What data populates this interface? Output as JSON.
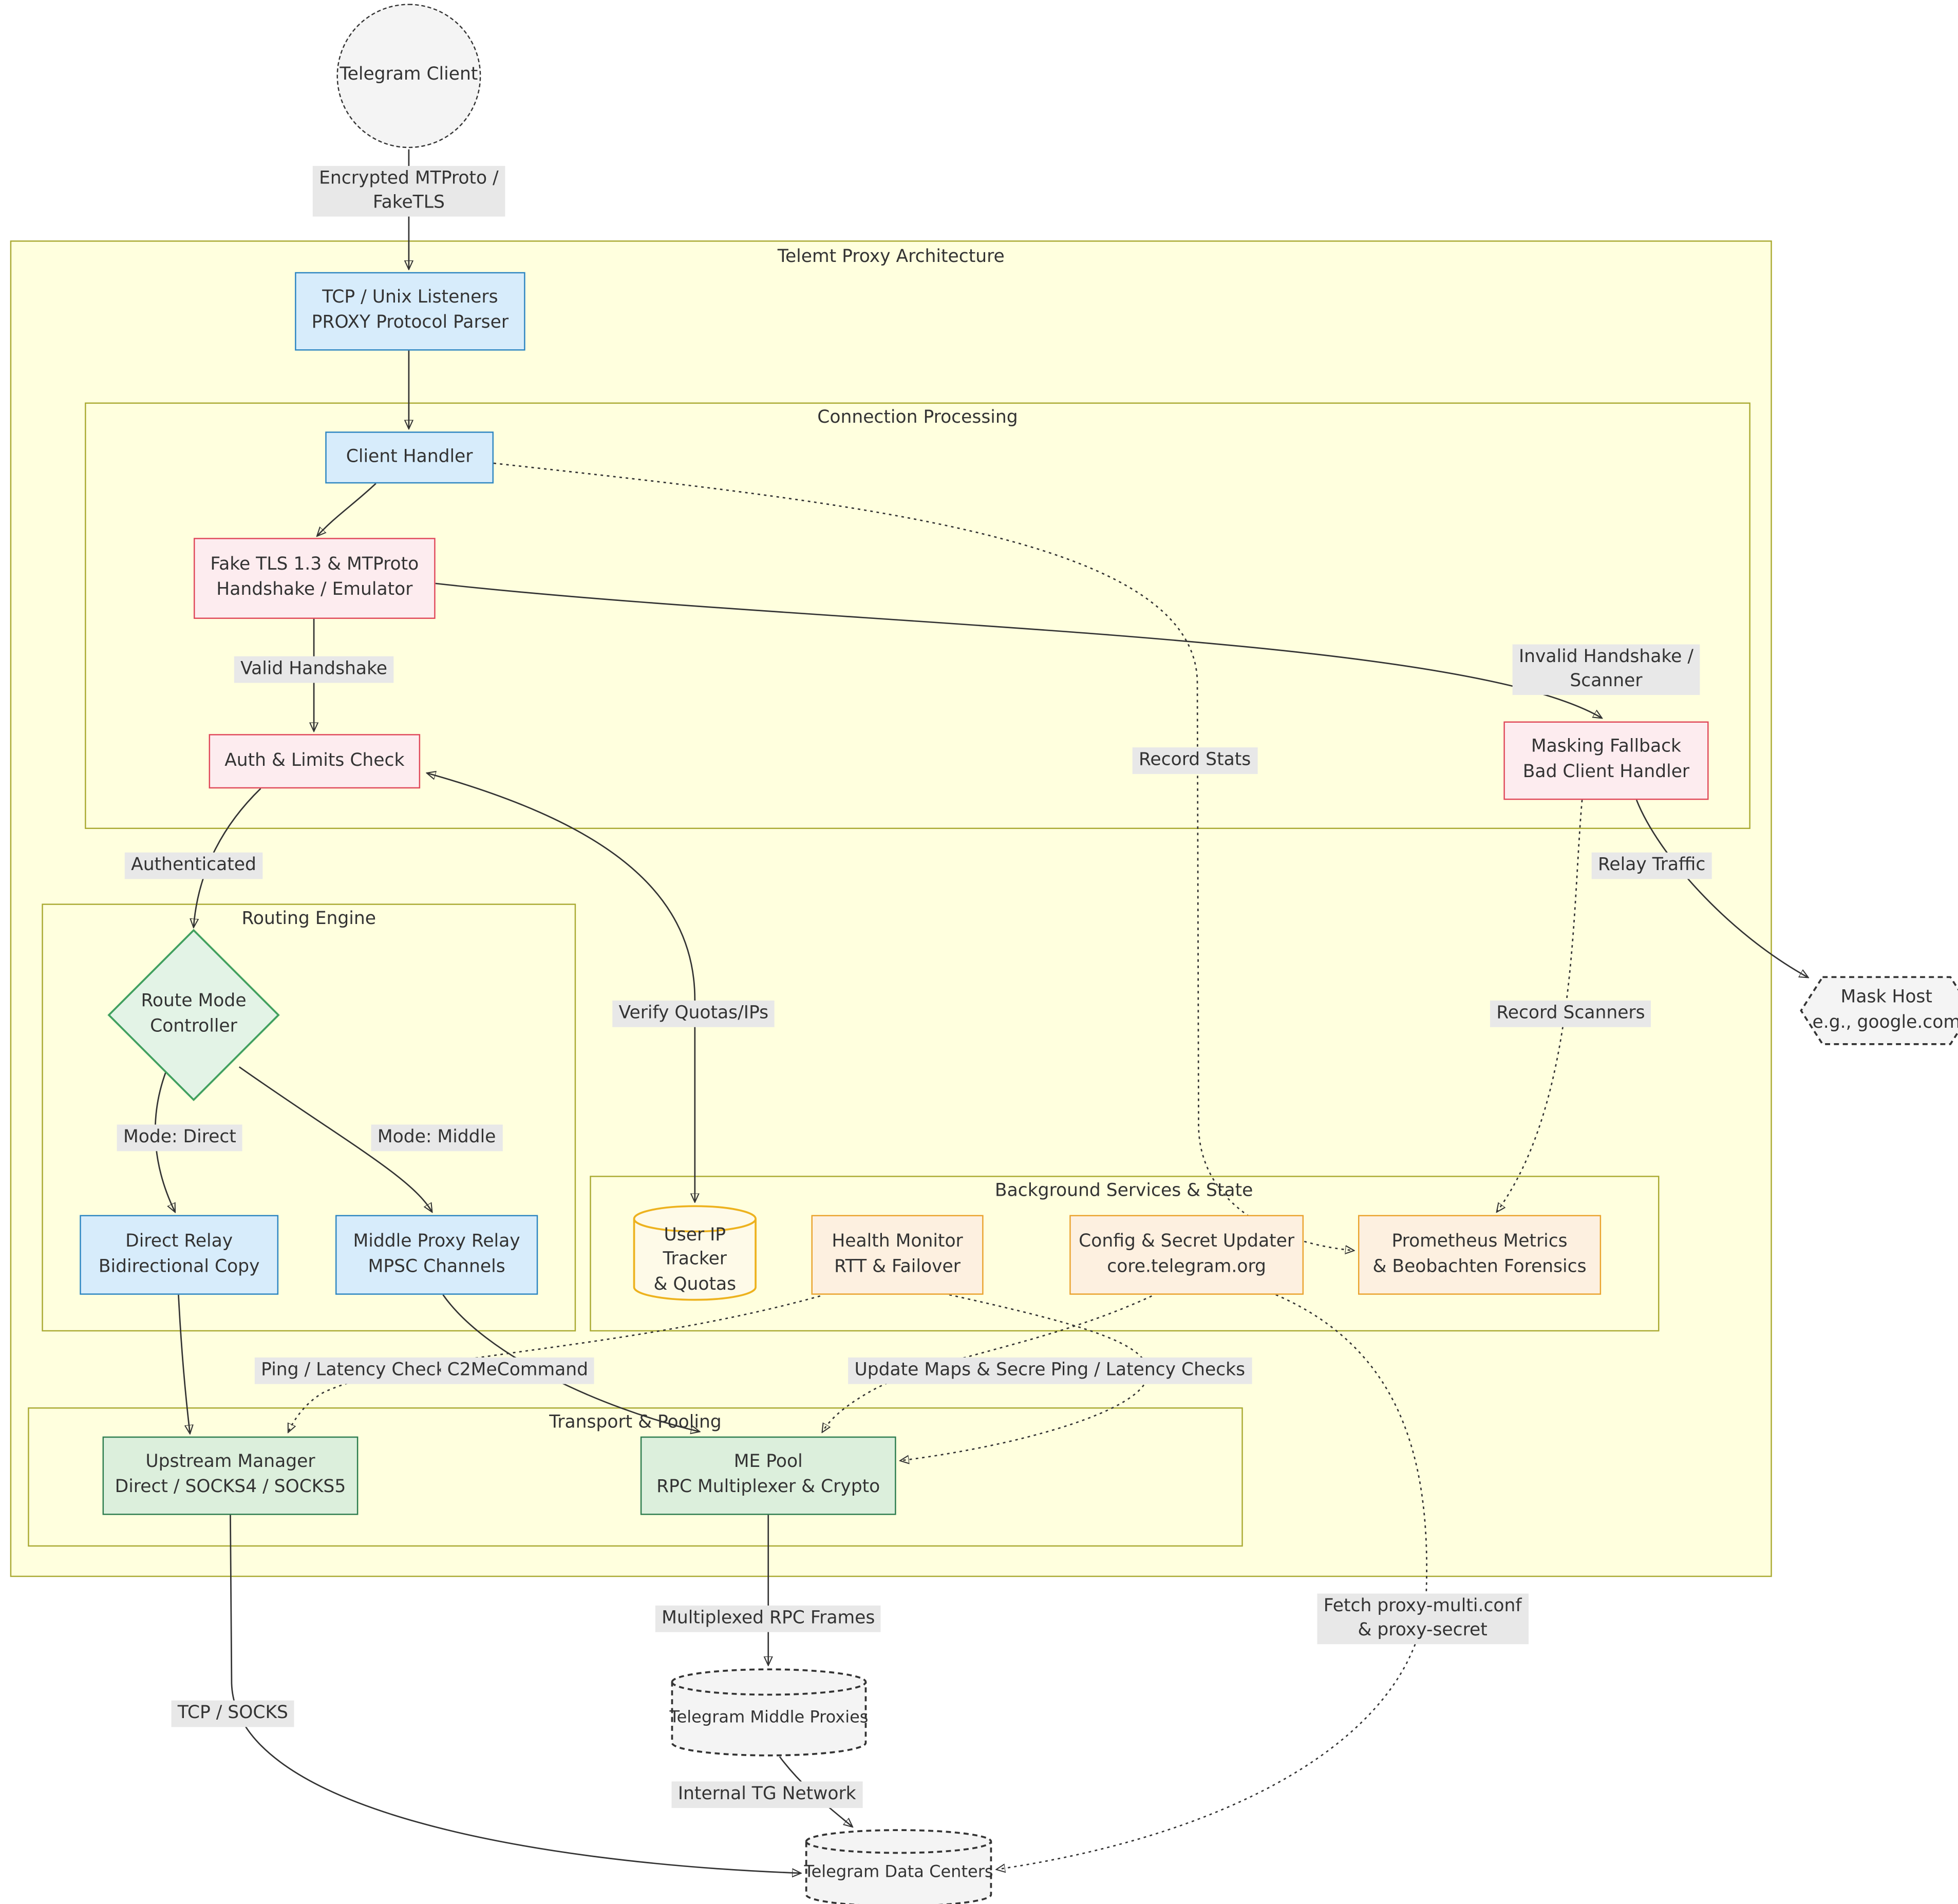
{
  "palette": {
    "text-color": "#333333",
    "edge-color": "#333333",
    "label-bg": "#e8e8e8",
    "container-fill": "#ffffde",
    "container-border": "#aaaa33",
    "blue-fill": "#d7ecfb",
    "blue-border": "#2e86c1",
    "red-fill": "#fdecef",
    "red-border": "#e0495a",
    "green-fill": "#e3f3e6",
    "green-border": "#41a05f",
    "solid-green-fill": "#dcefdc",
    "solid-green-border": "#2e7d4f",
    "orange-fill": "#fdf0e0",
    "orange-border": "#eaa32e",
    "cylinder-fill": "#fefae8",
    "cylinder-border": "#edb21e",
    "dashed-fill": "#f4f4f4",
    "dashed-border": "#333333"
  },
  "containers": {
    "outer": "Telemt Proxy Architecture",
    "connection": "Connection Processing",
    "routing": "Routing Engine",
    "background": "Background Services & State",
    "transport": "Transport & Pooling"
  },
  "nodes": {
    "telegram_client": {
      "line1": "Telegram Client"
    },
    "tcp_listeners": {
      "line1": "TCP / Unix Listeners",
      "line2": "PROXY Protocol Parser"
    },
    "client_handler": {
      "line1": "Client Handler"
    },
    "fake_tls": {
      "line1": "Fake TLS 1.3 & MTProto",
      "line2": "Handshake / Emulator"
    },
    "auth_limits": {
      "line1": "Auth & Limits Check"
    },
    "masking_fallback": {
      "line1": "Masking Fallback",
      "line2": "Bad Client Handler"
    },
    "route_mode": {
      "line1": "Route Mode",
      "line2": "Controller"
    },
    "direct_relay": {
      "line1": "Direct Relay",
      "line2": "Bidirectional Copy"
    },
    "middle_relay": {
      "line1": "Middle Proxy Relay",
      "line2": "MPSC Channels"
    },
    "user_ip_tracker": {
      "line1": "User IP Tracker",
      "line2": "& Quotas"
    },
    "health_monitor": {
      "line1": "Health Monitor",
      "line2": "RTT & Failover"
    },
    "config_updater": {
      "line1": "Config & Secret Updater",
      "line2": "core.telegram.org"
    },
    "prometheus": {
      "line1": "Prometheus Metrics",
      "line2": "& Beobachten Forensics"
    },
    "upstream_manager": {
      "line1": "Upstream Manager",
      "line2": "Direct / SOCKS4 / SOCKS5"
    },
    "me_pool": {
      "line1": "ME Pool",
      "line2": "RPC Multiplexer & Crypto"
    },
    "middle_proxies": {
      "line1": "Telegram Middle Proxies"
    },
    "data_centers": {
      "line1": "Telegram Data Centers"
    },
    "mask_host": {
      "line1": "Mask Host",
      "line2": "e.g., google.com"
    }
  },
  "edge_labels": {
    "encrypted": {
      "line1": "Encrypted MTProto /",
      "line2": "FakeTLS"
    },
    "valid_handshake": "Valid Handshake",
    "invalid_handshake": {
      "line1": "Invalid Handshake /",
      "line2": "Scanner"
    },
    "record_stats": "Record Stats",
    "authenticated": "Authenticated",
    "relay_traffic": "Relay Traffic",
    "mode_direct": "Mode: Direct",
    "mode_middle": "Mode: Middle",
    "verify_quotas": "Verify Quotas/IPs",
    "record_scanners": "Record Scanners",
    "ping_latency_left": "Ping / Latency Checks",
    "c2me_command": "C2MeCommand",
    "update_maps": "Update Maps & Secrets",
    "ping_latency_right": "Ping / Latency Checks",
    "multiplexed_rpc": "Multiplexed RPC Frames",
    "fetch_conf": {
      "line1": "Fetch proxy-multi.conf",
      "line2": "& proxy-secret"
    },
    "tcp_socks": "TCP / SOCKS",
    "internal_tg": "Internal TG Network"
  }
}
